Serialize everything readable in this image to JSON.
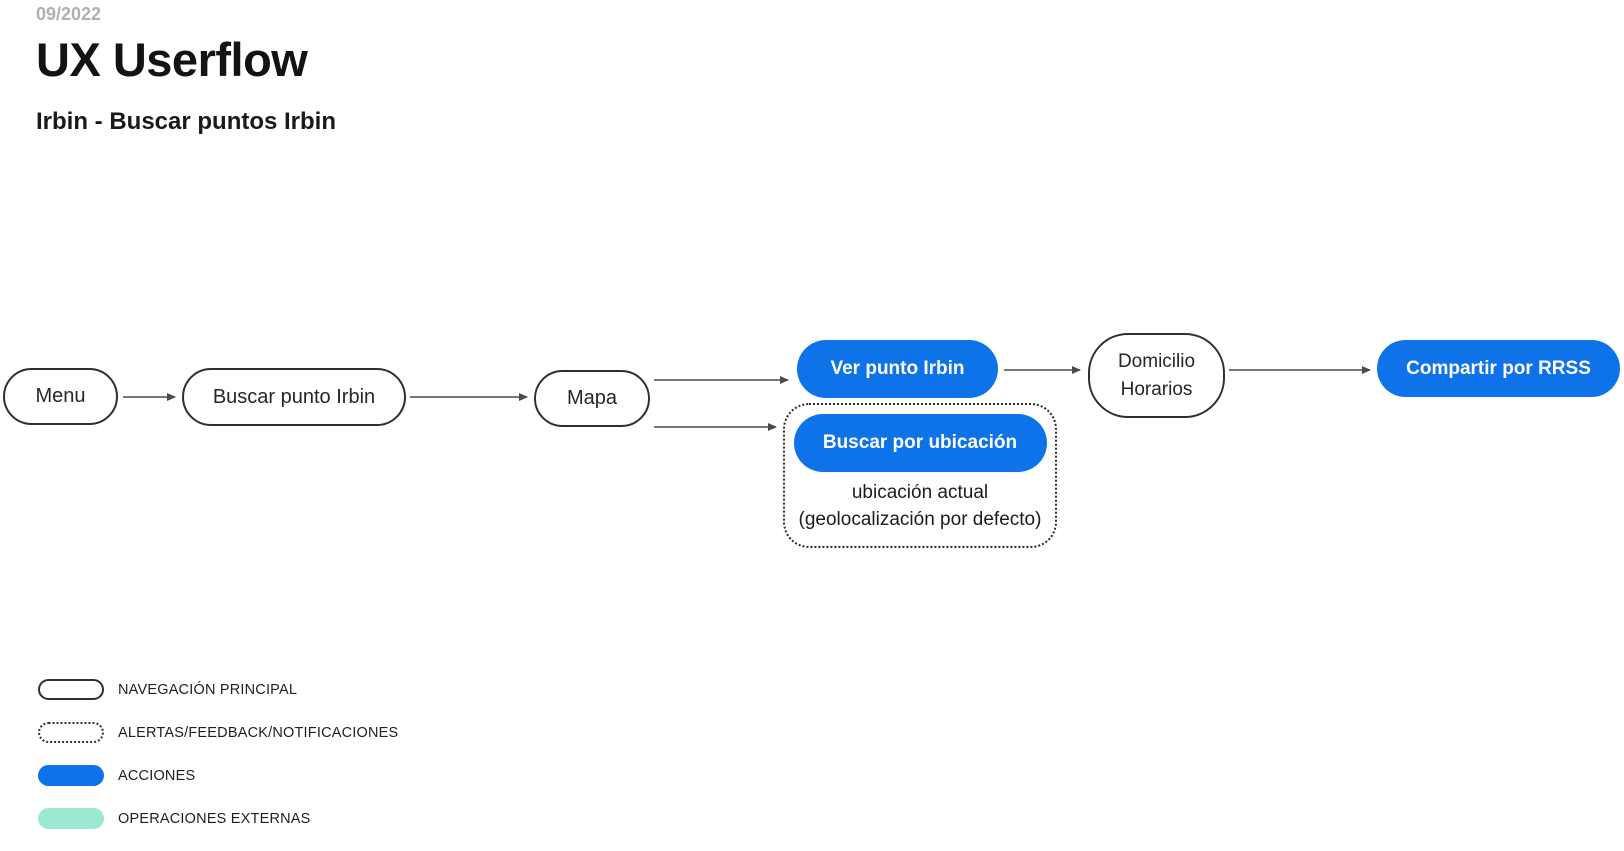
{
  "header": {
    "date": "09/2022",
    "title": "UX Userflow",
    "subtitle": "Irbin - Buscar puntos Irbin"
  },
  "colors": {
    "action_blue": "#0e72e9",
    "external_teal": "#9de8d2",
    "outline": "#2f2f2f",
    "arrow": "#4a4a4a",
    "date_gray": "#b0b0b0"
  },
  "flow": {
    "nodes": [
      {
        "id": "menu",
        "type": "navigation",
        "label": "Menu"
      },
      {
        "id": "buscar-punto-irbin",
        "type": "navigation",
        "label": "Buscar punto Irbin"
      },
      {
        "id": "mapa",
        "type": "navigation",
        "label": "Mapa"
      },
      {
        "id": "ver-punto-irbin",
        "type": "action",
        "label": "Ver punto Irbin"
      },
      {
        "id": "buscar-por-ubicacion",
        "type": "action",
        "label": "Buscar por ubicación"
      },
      {
        "id": "domicilio-horarios",
        "type": "navigation",
        "label": "Domicilio Horarios",
        "line1": "Domicilio",
        "line2": "Horarios"
      },
      {
        "id": "compartir-por-rrss",
        "type": "action",
        "label": "Compartir por RRSS"
      }
    ],
    "connections": [
      "Menu → Buscar punto Irbin",
      "Buscar punto Irbin → Mapa",
      "Mapa → Ver punto Irbin",
      "Mapa → Buscar por ubicación",
      "Ver punto Irbin → Domicilio Horarios",
      "Domicilio Horarios → Compartir por RRSS"
    ],
    "alert_note": {
      "line1": "ubicación actual",
      "line2": "(geolocalización por defecto)"
    }
  },
  "legend": {
    "items": [
      {
        "style": "navigation",
        "label": "NAVEGACIÓN PRINCIPAL"
      },
      {
        "style": "alert",
        "label": "ALERTAS/FEEDBACK/NOTIFICACIONES"
      },
      {
        "style": "action",
        "label": "ACCIONES"
      },
      {
        "style": "external",
        "label": "OPERACIONES EXTERNAS"
      }
    ]
  }
}
